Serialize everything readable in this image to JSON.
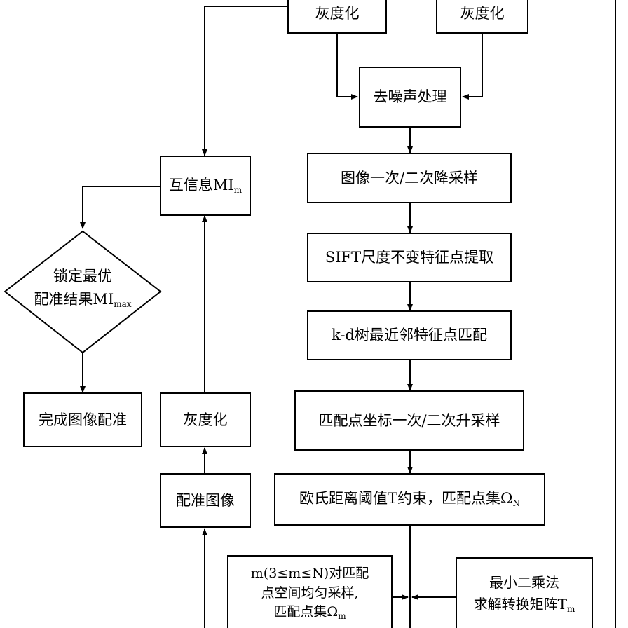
{
  "boxes": {
    "gray_top_left": "灰度化",
    "gray_top_right": "灰度化",
    "denoise": "去噪声处理",
    "downsample": "图像一次/二次降采样",
    "sift": "SIFT尺度不变特征点提取",
    "kd_match": "k-d树最近邻特征点匹配",
    "upsample": "匹配点坐标一次/二次升采样",
    "euclid": {
      "text": "欧氏距离阈值T约束，匹配点集Ω",
      "sub": "N"
    },
    "mutual_info": {
      "text": "互信息MI",
      "sub": "m"
    },
    "lock_optimal": {
      "line1": "锁定最优",
      "line2": "配准结果MI",
      "sub": "max"
    },
    "complete": "完成图像配准",
    "gray_mid": "灰度化",
    "registered": "配准图像",
    "sampling": {
      "line1": "m(3≤m≤N)对匹配",
      "line2": "点空间均匀采样,",
      "line3": "匹配点集Ω",
      "sub": "m"
    },
    "least_squares": {
      "line1": "最小二乘法",
      "line2": "求解转换矩阵T",
      "sub": "m"
    }
  }
}
